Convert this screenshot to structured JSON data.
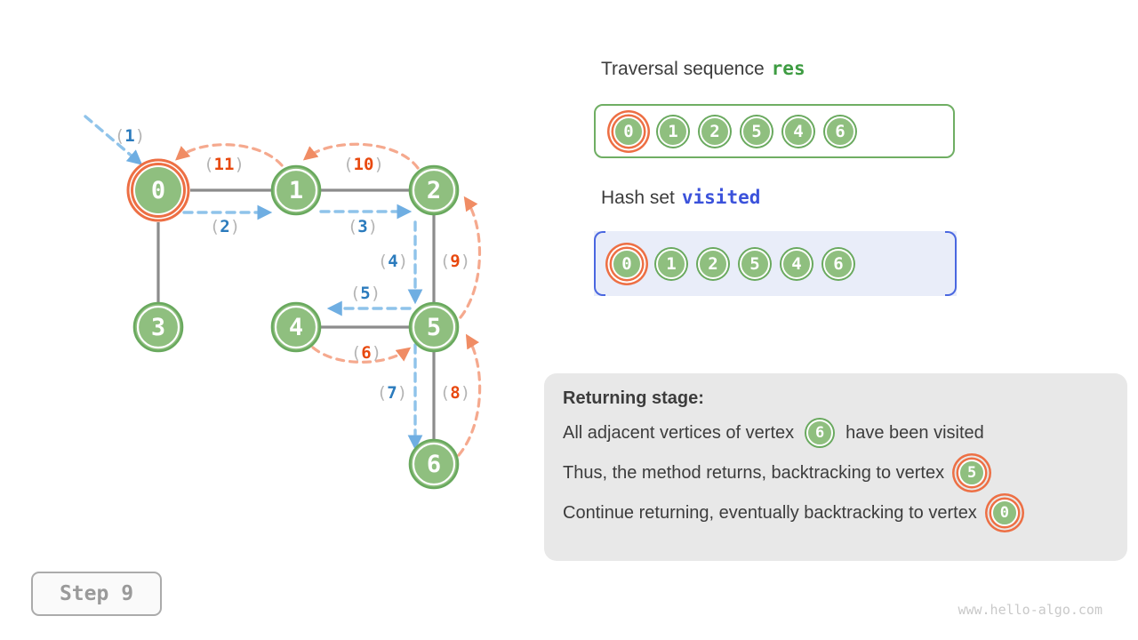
{
  "graph": {
    "paren_open": "(",
    "paren_close": ")",
    "vertices": [
      {
        "label": "0"
      },
      {
        "label": "1"
      },
      {
        "label": "2"
      },
      {
        "label": "3"
      },
      {
        "label": "4"
      },
      {
        "label": "5"
      },
      {
        "label": "6"
      }
    ],
    "step_labels": [
      {
        "num": "1"
      },
      {
        "num": "2"
      },
      {
        "num": "3"
      },
      {
        "num": "4"
      },
      {
        "num": "5"
      },
      {
        "num": "6"
      },
      {
        "num": "7"
      },
      {
        "num": "8"
      },
      {
        "num": "9"
      },
      {
        "num": "10"
      },
      {
        "num": "11"
      }
    ]
  },
  "panels": {
    "res": {
      "title_prefix": "Traversal sequence",
      "title_code": "res",
      "items": [
        "0",
        "1",
        "2",
        "5",
        "4",
        "6"
      ]
    },
    "visited": {
      "title_prefix": "Hash set",
      "title_code": "visited",
      "items": [
        "0",
        "1",
        "2",
        "5",
        "4",
        "6"
      ]
    }
  },
  "explanation": {
    "heading": "Returning stage:",
    "lines": [
      {
        "before": "All adjacent vertices of vertex",
        "vertex": "6",
        "after": "have been visited",
        "style": "green"
      },
      {
        "before": "Thus, the method returns, backtracking to vertex",
        "vertex": "5",
        "after": "",
        "style": "orange"
      },
      {
        "before": "Continue returning, eventually backtracking to vertex",
        "vertex": "0",
        "after": "",
        "style": "orange"
      }
    ]
  },
  "footer": {
    "step_label": "Step 9",
    "watermark": "www.hello-algo.com"
  },
  "colors": {
    "vertex_green": "#8fbf7f",
    "vertex_green_stroke": "#69a95e",
    "highlight_orange": "#ed6f44",
    "return_arc_orange": "#f5a98e",
    "traverse_blue": "#8fc3ea",
    "label_blue": "#2b7bbd",
    "label_orange": "#e8490f",
    "edge_gray": "#8c8c8c",
    "res_code_green": "#3e9c42",
    "visited_code_blue": "#3b52db",
    "set_box_fill": "#e9edf9",
    "set_bracket_blue": "#4a67e0",
    "explain_box_gray": "#e8e8e8"
  }
}
